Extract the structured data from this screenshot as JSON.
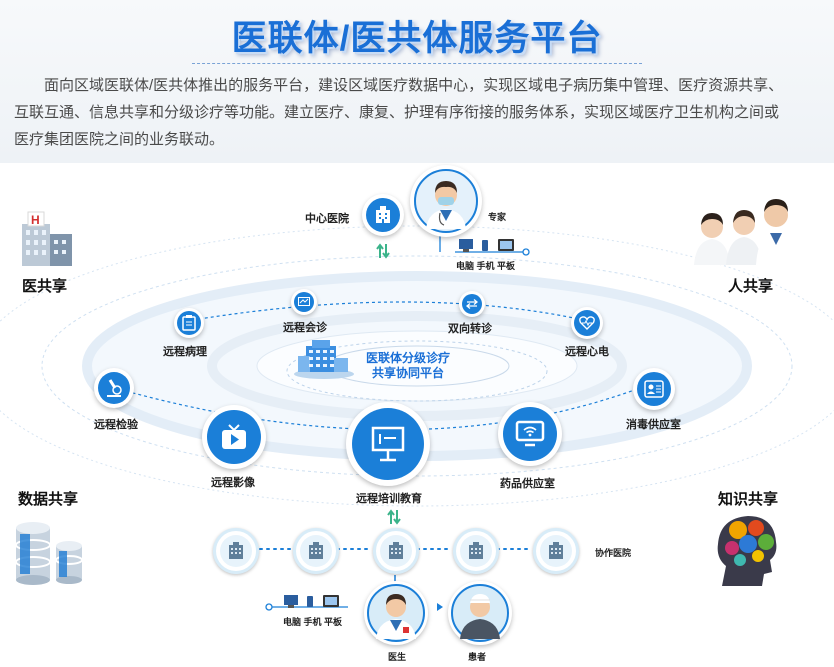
{
  "header": {
    "title": "医联体/医共体服务平台",
    "description": "面向区域医联体/医共体推出的服务平台，建设区域医疗数据中心，实现区域电子病历集中管理、医疗资源共享、互联互通、信息共享和分级诊疗等功能。建立医疗、康复、护理有序衔接的服务体系，实现区域医疗卫生机构之间或医疗集团医院之间的业务联动。"
  },
  "corners": {
    "medical_share": "医共享",
    "people_share": "人共享",
    "data_share": "数据共享",
    "knowledge_share": "知识共享"
  },
  "top": {
    "center_hospital": "中心医院",
    "expert": "专家",
    "devices": "电脑 手机 平板"
  },
  "center": {
    "line1": "医联体分级诊疗",
    "line2": "共享协同平台"
  },
  "services": {
    "remote_pathology": "远程病理",
    "remote_consult": "远程会诊",
    "two_way_referral": "双向转诊",
    "remote_ecg": "远程心电",
    "remote_lab": "远程检验",
    "disinfection_room": "消毒供应室",
    "remote_imaging": "远程影像",
    "remote_training": "远程培训教育",
    "pharmacy": "药品供应室"
  },
  "bottom": {
    "partner_hospital": "协作医院",
    "devices": "电脑 手机 平板",
    "doctor": "医生",
    "patient": "患者"
  },
  "colors": {
    "accent": "#1b7fd8",
    "ring": "#c9ddf2",
    "title": "#1a6fd6",
    "title_shadow": "#c8dcf5"
  },
  "icons": {
    "hospital": "building-icon",
    "arrows": "up-down-arrows-icon",
    "devices": "computer-phone-tablet-icon"
  }
}
